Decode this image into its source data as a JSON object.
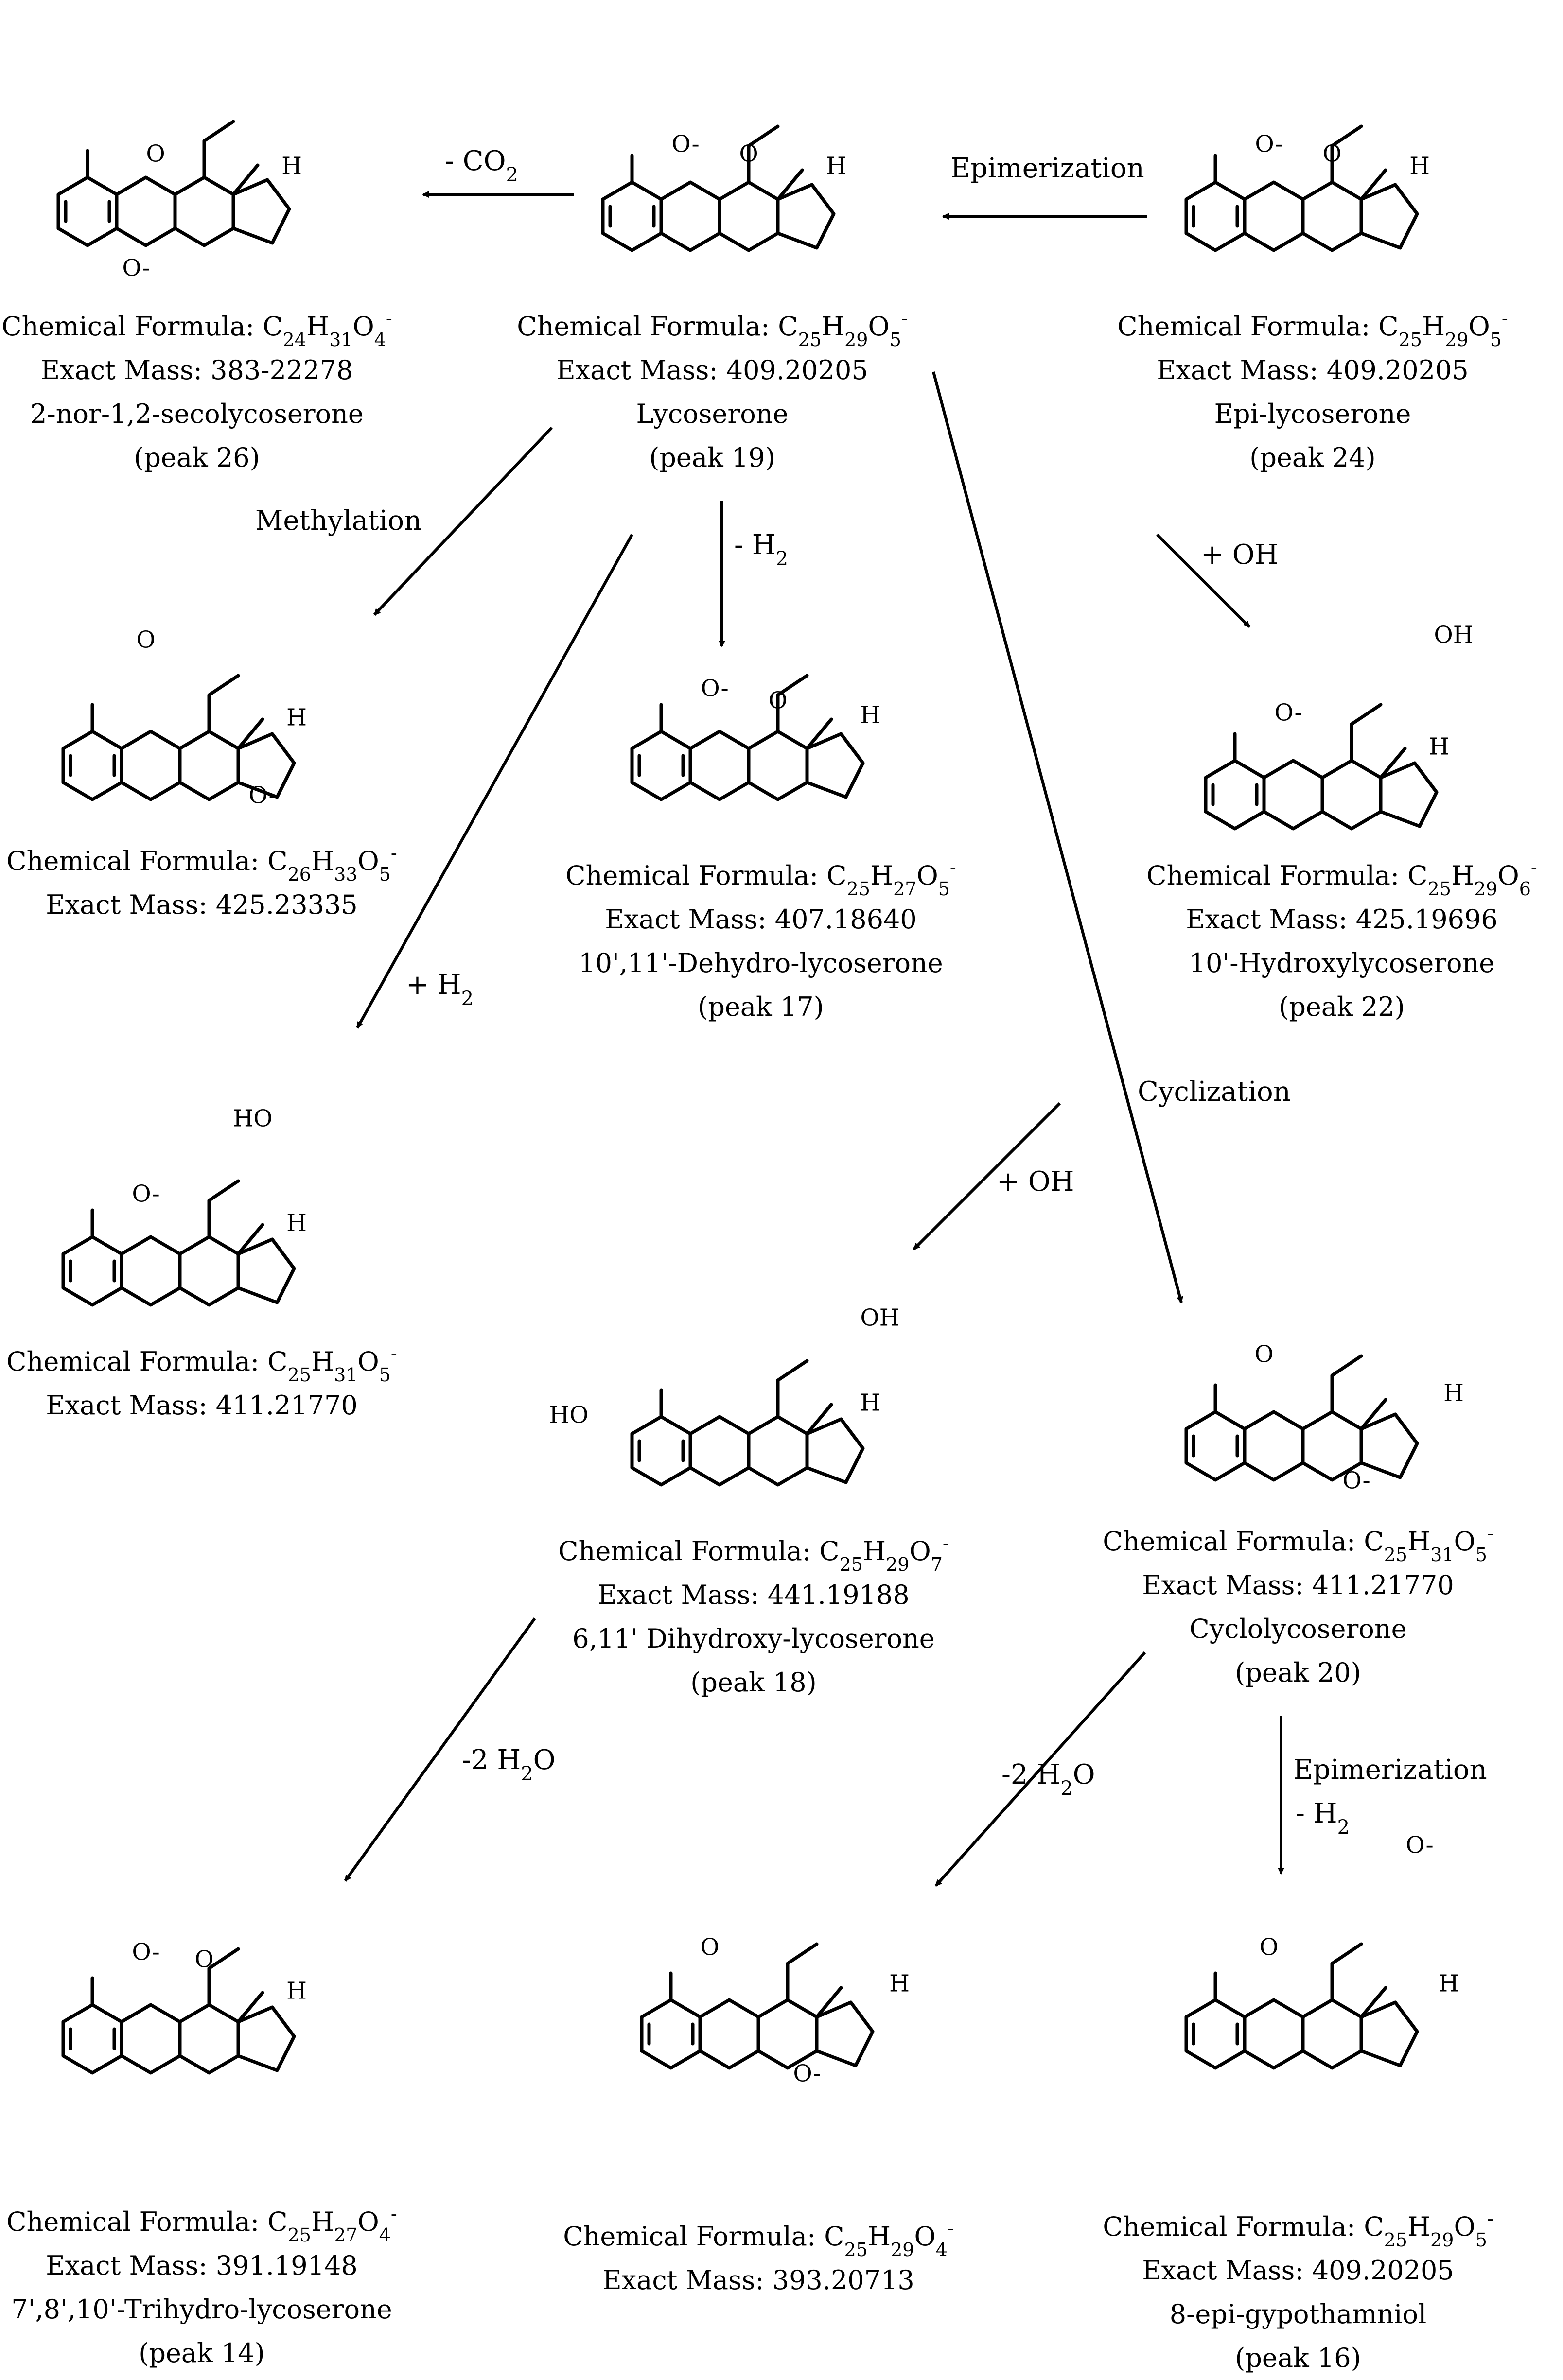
{
  "compounds": [
    {
      "id": "c26",
      "name": "2-nor-1,2-secolycoserone",
      "peak": "(peak 26)",
      "formula_prefix": "Chemical Formula: ",
      "formula": "C24H31O4-",
      "mass": "Exact Mass: 383-22278"
    },
    {
      "id": "c19",
      "name": "Lycoserone",
      "peak": "(peak 19)",
      "formula_prefix": "Chemical Formula: ",
      "formula": "C25H29O5-",
      "mass": "Exact Mass: 409.20205"
    },
    {
      "id": "c24",
      "name": "Epi-lycoserone",
      "peak": "(peak 24)",
      "formula_prefix": "Chemical Formula: ",
      "formula": "C25H29O5-",
      "mass": "Exact Mass: 409.20205"
    },
    {
      "id": "cmethyl",
      "name": "",
      "peak": "",
      "formula_prefix": "Chemical Formula: ",
      "formula": "C26H33O5-",
      "mass": "Exact Mass: 425.23335"
    },
    {
      "id": "c17",
      "name": "10',11'-Dehydro-lycoserone",
      "peak": "(peak 17)",
      "formula_prefix": "Chemical Formula: ",
      "formula": "C25H27O5-",
      "mass": "Exact Mass: 407.18640"
    },
    {
      "id": "c22",
      "name": "10'-Hydroxylycoserone",
      "peak": "(peak 22)",
      "formula_prefix": "Chemical Formula: ",
      "formula": "C25H29O6-",
      "mass": "Exact Mass: 425.19696"
    },
    {
      "id": "chydro",
      "name": "",
      "peak": "",
      "formula_prefix": "Chemical Formula: ",
      "formula": "C25H31O5-",
      "mass": "Exact Mass: 411.21770"
    },
    {
      "id": "c18",
      "name": "6,11' Dihydroxy-lycoserone",
      "peak": "(peak 18)",
      "formula_prefix": "Chemical Formula: ",
      "formula": "C25H29O7-",
      "mass": "Exact Mass: 441.19188"
    },
    {
      "id": "c20",
      "name": "Cyclolycoserone",
      "peak": "(peak 20)",
      "formula_prefix": "Chemical Formula: ",
      "formula": "C25H31O5-",
      "mass": "Exact Mass: 411.21770"
    },
    {
      "id": "c14",
      "name": "7',8',10'-Trihydro-lycoserone",
      "peak": "(peak 14)",
      "formula_prefix": "Chemical Formula: ",
      "formula": "C25H27O4-",
      "mass": "Exact Mass: 391.19148"
    },
    {
      "id": "cdehyd",
      "name": "",
      "peak": "",
      "formula_prefix": "Chemical Formula: ",
      "formula": "C25H29O4-",
      "mass": "Exact Mass: 393.20713"
    },
    {
      "id": "c16",
      "name": "8-epi-gypothamniol",
      "peak": "(peak 16)",
      "formula_prefix": "Chemical Formula: ",
      "formula": "C25H29O5-",
      "mass": "Exact Mass: 409.20205"
    }
  ],
  "reactions": {
    "decarboxylation": "- CO2",
    "epimerization_top": "Epimerization",
    "methylation": "Methylation",
    "dehydrogenation": "- H2",
    "hydroxylation_1": "+ OH",
    "hydrogenation": "+ H2",
    "cyclization": "Cyclization",
    "hydroxylation_2": "+ OH",
    "dehydration_1": "-2 H2O",
    "dehydration_2": "-2 H2O",
    "epimerization_bottom": "Epimerization",
    "dehydrogenation_bottom": "- H2"
  },
  "atom_labels": {
    "oxygen": "O",
    "oxyanion": "O-",
    "hydrogen": "H",
    "hydroxyl_left": "HO",
    "hydroxyl_right": "OH",
    "methoxy": "O"
  }
}
